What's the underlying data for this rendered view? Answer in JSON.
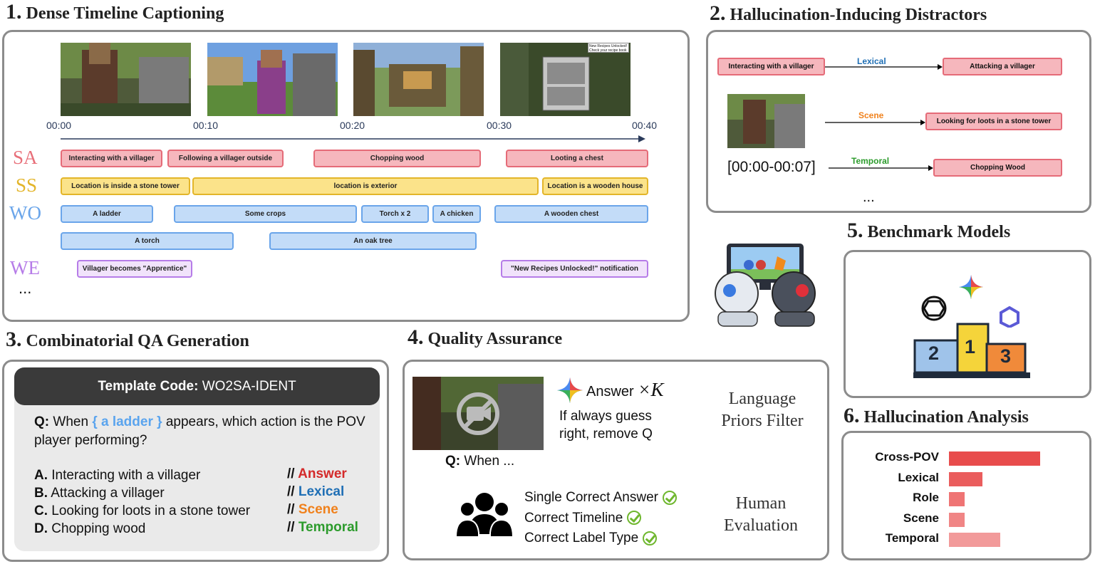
{
  "s1": {
    "num": "1.",
    "title": "Dense Timeline Captioning",
    "ticks": [
      "00:00",
      "00:10",
      "00:20",
      "00:30",
      "00:40"
    ],
    "popup": [
      "New Recipes Unlocked!",
      "Check your recipe book"
    ],
    "rows": [
      "SA",
      "SS",
      "WO",
      "WE",
      "..."
    ],
    "sa": [
      "Interacting with a villager",
      "Following a villager outside",
      "Chopping wood",
      "Looting a chest"
    ],
    "ss": [
      "Location is inside a stone tower",
      "location is exterior",
      "Location is a wooden house"
    ],
    "wo1": [
      "A ladder",
      "Some crops",
      "Torch x 2",
      "A chicken",
      "A wooden chest"
    ],
    "wo2": [
      "A torch",
      "An oak tree"
    ],
    "we": [
      "Villager becomes \"Apprentice\"",
      "\"New Recipes Unlocked!\" notification"
    ]
  },
  "s2": {
    "num": "2.",
    "title": "Hallucination-Inducing Distractors",
    "source": "Interacting with a villager",
    "lexical_label": "Lexical",
    "lexical_target": "Attacking a villager",
    "scene_label": "Scene",
    "scene_target": "Looking for loots in a stone tower",
    "timespan": "[00:00-00:07]",
    "temporal_label": "Temporal",
    "temporal_target": "Chopping Wood",
    "ellipsis": "..."
  },
  "s3": {
    "num": "3.",
    "title": "Combinatorial QA Generation",
    "template_label": "Template Code:",
    "template_code": "WO2SA-IDENT",
    "q_prefix": "Q:",
    "q_pre": "When",
    "q_slot": "{ a ladder }",
    "q_post": "appears, which action is the POV player performing?",
    "options": [
      {
        "letter": "A.",
        "text": "Interacting with a villager",
        "tag": "Answer"
      },
      {
        "letter": "B.",
        "text": "Attacking a villager",
        "tag": "Lexical"
      },
      {
        "letter": "C.",
        "text": "Looking for loots in a stone tower",
        "tag": "Scene"
      },
      {
        "letter": "D.",
        "text": "Chopping wood",
        "tag": "Temporal"
      }
    ],
    "comment": "//"
  },
  "s4": {
    "num": "4.",
    "title": "Quality Assurance",
    "answer": "Answer",
    "times_k": "×K",
    "guess_line1": "If always guess",
    "guess_line2": "right, remove Q",
    "q_prefix": "Q:",
    "q_text": "When ...",
    "filter1": "Language",
    "filter2": "Priors Filter",
    "checks": [
      "Single Correct Answer",
      "Correct Timeline",
      "Correct Label Type"
    ],
    "human1": "Human",
    "human2": "Evaluation"
  },
  "s5": {
    "num": "5.",
    "title": "Benchmark Models",
    "podium": [
      "2",
      "1",
      "3"
    ]
  },
  "s6": {
    "num": "6.",
    "title": "Hallucination Analysis",
    "bars": [
      {
        "label": "Cross-POV",
        "value": 1.0
      },
      {
        "label": "Lexical",
        "value": 0.37
      },
      {
        "label": "Role",
        "value": 0.17
      },
      {
        "label": "Scene",
        "value": 0.17
      },
      {
        "label": "Temporal",
        "value": 0.56
      }
    ]
  },
  "colors": {
    "answer": "#d42a2a",
    "lexical": "#1f6fb5",
    "scene": "#f0811c",
    "temporal": "#2c9b2c",
    "slot": "#5aa4ee"
  }
}
